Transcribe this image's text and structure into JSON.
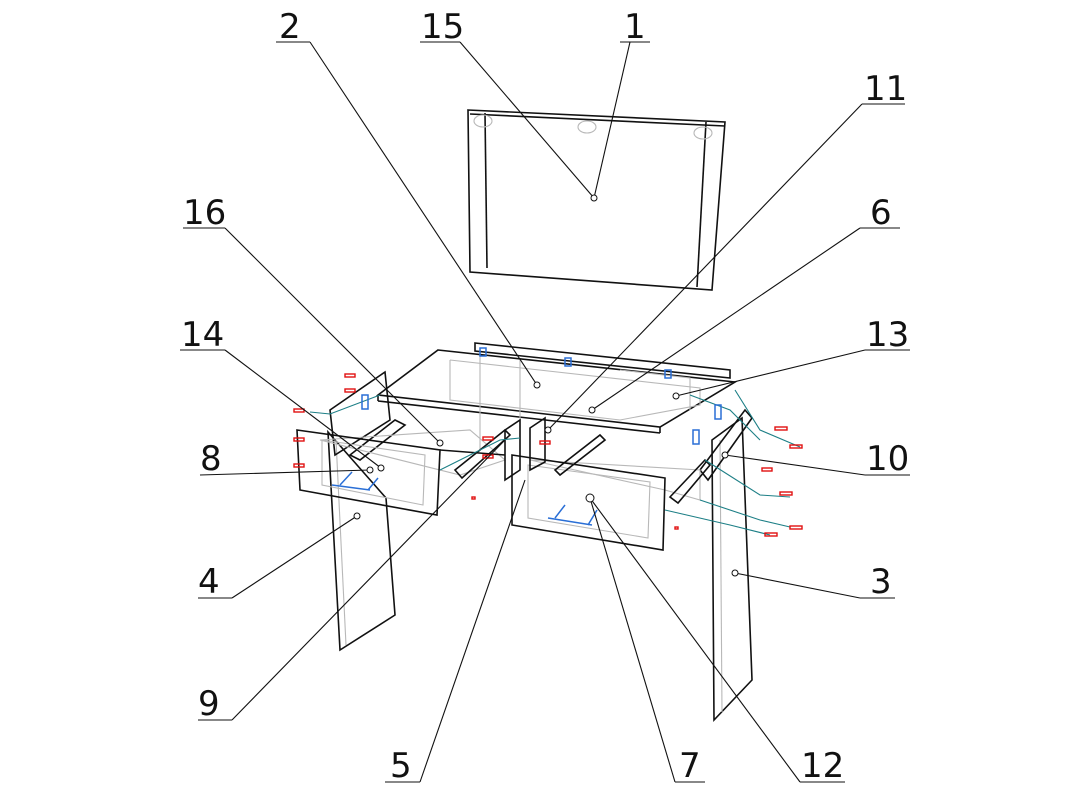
{
  "diagram": {
    "type": "exploded assembly drawing",
    "callouts": [
      {
        "id": "c2",
        "label": "2"
      },
      {
        "id": "c15",
        "label": "15"
      },
      {
        "id": "c1",
        "label": "1"
      },
      {
        "id": "c11",
        "label": "11"
      },
      {
        "id": "c6",
        "label": "6"
      },
      {
        "id": "c16",
        "label": "16"
      },
      {
        "id": "c14",
        "label": "14"
      },
      {
        "id": "c13",
        "label": "13"
      },
      {
        "id": "c8",
        "label": "8"
      },
      {
        "id": "c10",
        "label": "10"
      },
      {
        "id": "c4",
        "label": "4"
      },
      {
        "id": "c3",
        "label": "3"
      },
      {
        "id": "c9",
        "label": "9"
      },
      {
        "id": "c5",
        "label": "5"
      },
      {
        "id": "c7",
        "label": "7"
      },
      {
        "id": "c12",
        "label": "12"
      }
    ],
    "colors": {
      "outline": "#111111",
      "hidden": "#b8b8b8",
      "fittings": "#1d7f86",
      "hinges": "#2a6fd6",
      "screws": "#e01010"
    }
  }
}
